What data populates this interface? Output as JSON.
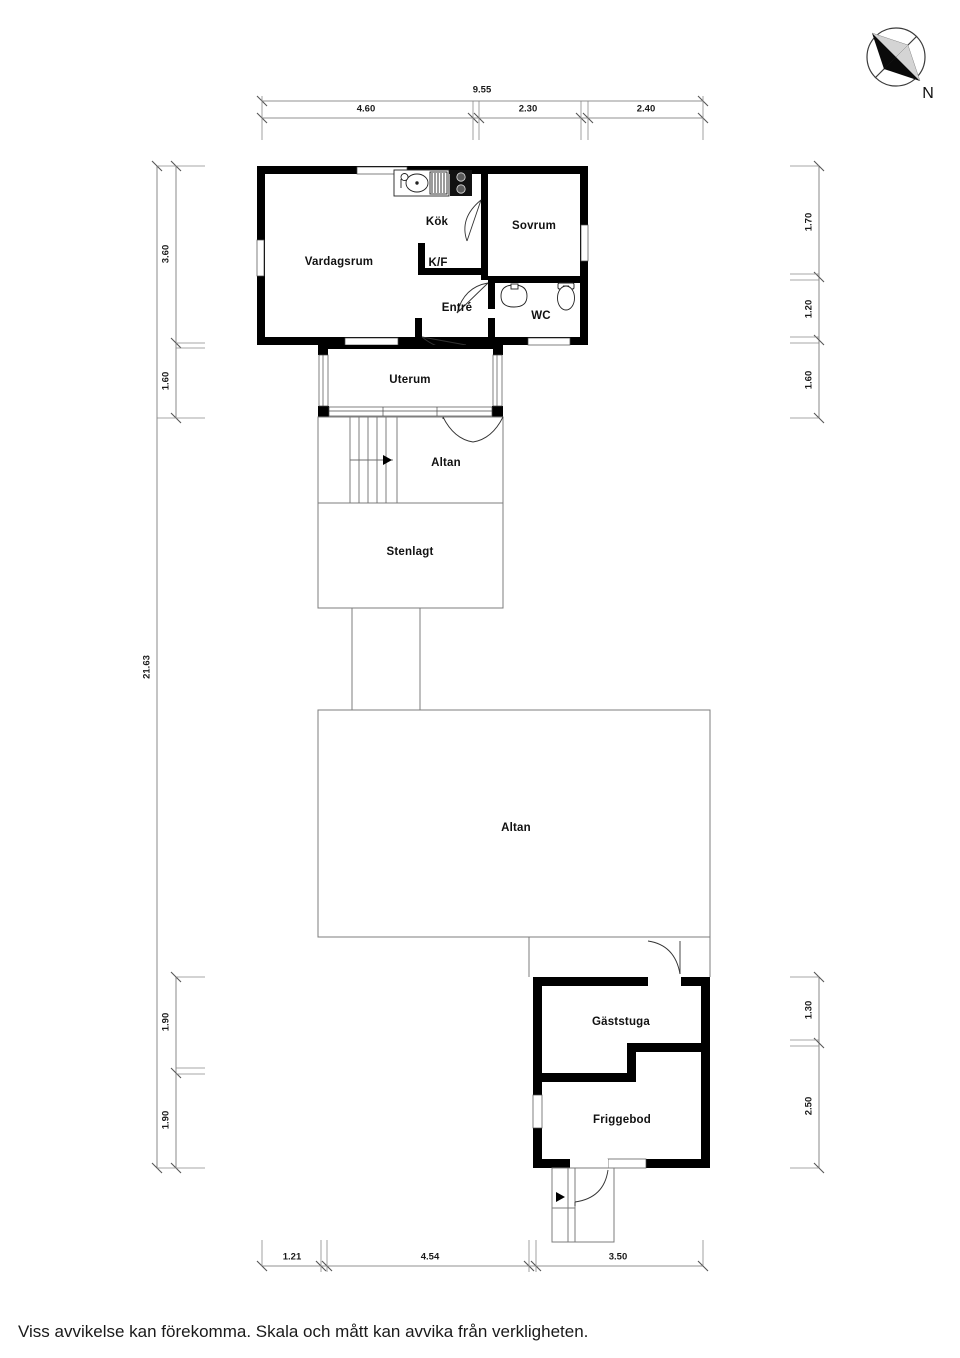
{
  "document": {
    "type": "floor-plan",
    "footer_note": "Viss avvikelse kan förekomma. Skala och mått kan avvika från verkligheten."
  },
  "compass": {
    "north_label": "N",
    "icon": "compass-rose-icon"
  },
  "rooms": [
    {
      "id": "vardagsrum",
      "label": "Vardagsrum"
    },
    {
      "id": "kok",
      "label": "Kök"
    },
    {
      "id": "kf",
      "label": "K/F"
    },
    {
      "id": "sovrum",
      "label": "Sovrum"
    },
    {
      "id": "entre",
      "label": "Entré"
    },
    {
      "id": "wc",
      "label": "WC"
    },
    {
      "id": "uterum",
      "label": "Uterum"
    },
    {
      "id": "altan-upper",
      "label": "Altan"
    },
    {
      "id": "stenlagt",
      "label": "Stenlagt"
    },
    {
      "id": "altan-lower",
      "label": "Altan"
    },
    {
      "id": "gaststuga",
      "label": "Gäststuga"
    },
    {
      "id": "friggebod",
      "label": "Friggebod"
    }
  ],
  "dimensions": {
    "top": {
      "overall": "9.55",
      "segments": [
        "4.60",
        "2.30",
        "2.40"
      ]
    },
    "bottom": {
      "segments": [
        "1.21",
        "4.54",
        "3.50"
      ]
    },
    "left": {
      "overall": "21.63",
      "upper_segments": [
        "3.60",
        "1.60"
      ],
      "lower_segments": [
        "1.90",
        "1.90"
      ]
    },
    "right": {
      "upper_segments": [
        "1.70",
        "1.20",
        "1.60"
      ],
      "lower_segments": [
        "1.30",
        "2.50"
      ]
    }
  },
  "colors": {
    "wall": "#000000",
    "thin_line": "#7c7c7c",
    "dimension_line": "#6b6b6b",
    "text": "#111111",
    "background": "#ffffff"
  }
}
